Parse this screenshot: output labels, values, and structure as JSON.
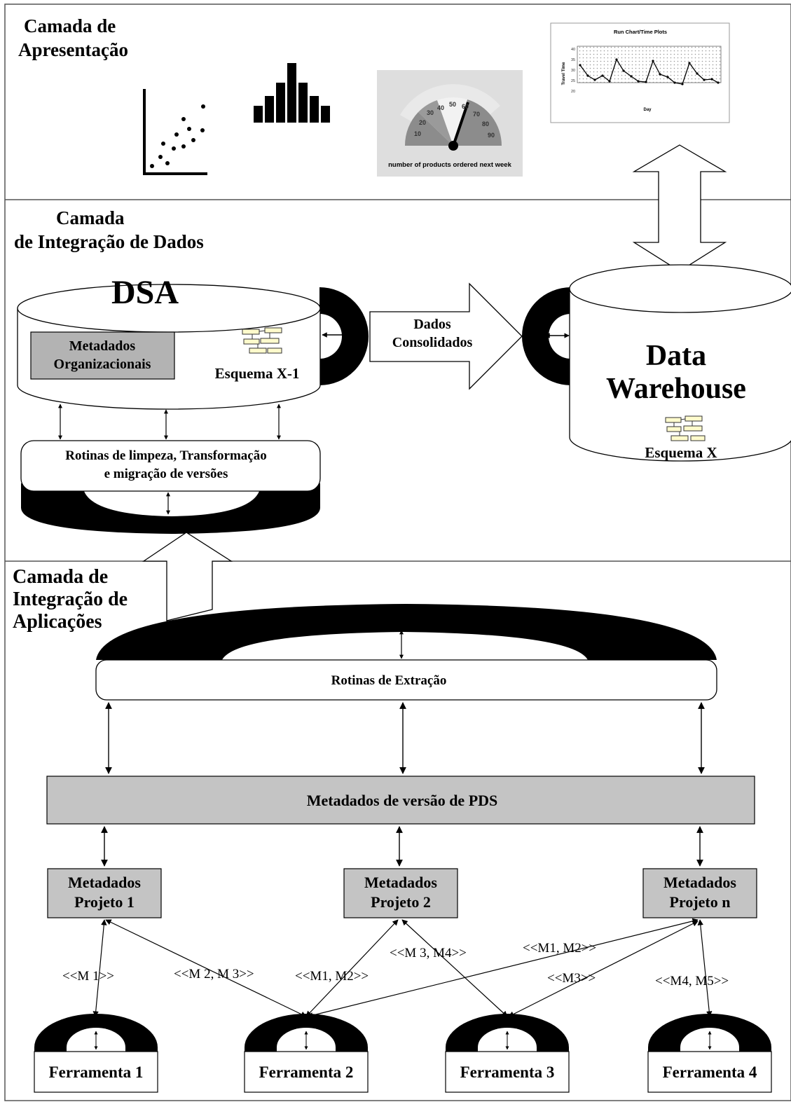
{
  "layers": {
    "presentation": {
      "title_line1": "Camada de",
      "title_line2": "Apresentação"
    },
    "data_integration": {
      "title_line1": "Camada",
      "title_line2": "de Integração de Dados"
    },
    "app_integration": {
      "title_line1": "Camada de",
      "title_line2": "Integração de",
      "title_line3": "Aplicações"
    }
  },
  "presentation": {
    "gauge": {
      "caption": "number of products ordered next week",
      "ticks": [
        "10",
        "20",
        "30",
        "40",
        "50",
        "60",
        "70",
        "80",
        "90"
      ]
    },
    "run_chart": {
      "title": "Run Chart/Time Plots",
      "ylabel": "Travel Time",
      "xlabel": "Day",
      "yticks": [
        "40",
        "35",
        "30",
        "25",
        "20"
      ]
    }
  },
  "dsa": {
    "title": "DSA",
    "meta_line1": "Metadados",
    "meta_line2": "Organizacionais",
    "schema_label": "Esquema X-1"
  },
  "cleaning": {
    "line1": "Rotinas de limpeza, Transformação",
    "line2": "e migração de versões"
  },
  "transfer": {
    "line1": "Dados",
    "line2": "Consolidados"
  },
  "warehouse": {
    "line1": "Data",
    "line2": "Warehouse",
    "schema_label": "Esquema X"
  },
  "extraction": {
    "label": "Rotinas de Extração"
  },
  "pds_meta": {
    "label": "Metadados  de versão de PDS"
  },
  "projects": [
    {
      "line1": "Metadados",
      "line2": "Projeto 1"
    },
    {
      "line1": "Metadados",
      "line2": "Projeto 2"
    },
    {
      "line1": "Metadados",
      "line2": "Projeto n"
    }
  ],
  "mappings": [
    {
      "label": "<<M 1>>"
    },
    {
      "label": "<<M 2, M 3>>"
    },
    {
      "label": "<<M1, M2>>"
    },
    {
      "label": "<<M 3, M4>>"
    },
    {
      "label": "<<M1, M2>>"
    },
    {
      "label": "<<M3>>"
    },
    {
      "label": "<<M4, M5>>"
    }
  ],
  "tools": [
    {
      "label": "Ferramenta 1"
    },
    {
      "label": "Ferramenta 2"
    },
    {
      "label": "Ferramenta 3"
    },
    {
      "label": "Ferramenta 4"
    }
  ]
}
